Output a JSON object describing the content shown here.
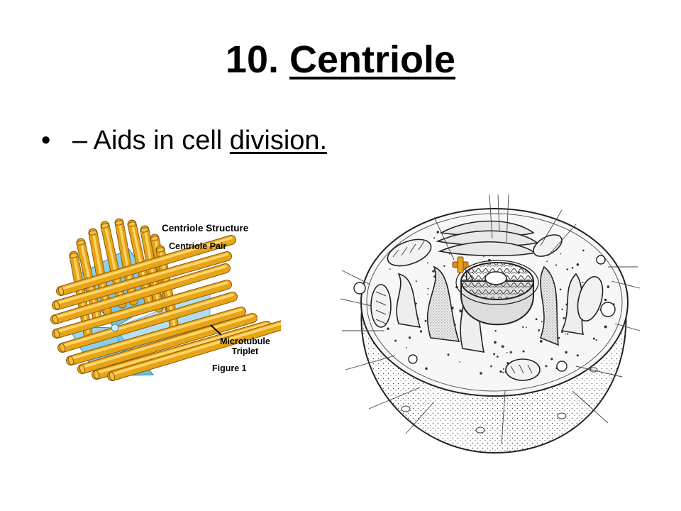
{
  "slide": {
    "title_number": "10.",
    "title_term": "Centriole",
    "bullet_marker": "•",
    "bullet_prefix": "– Aids in cell ",
    "bullet_underlined": "division."
  },
  "centriole_figure": {
    "heading": "Centriole Structure",
    "pair_label": "Centriole Pair",
    "triplet_label_line1": "Microtubule",
    "triplet_label_line2": "Triplet",
    "figure_caption": "Figure 1"
  },
  "colors": {
    "tube": "#e8a417",
    "tube_dark": "#a96e08",
    "tube_light": "#ffd66b",
    "cone": "#59c2ec",
    "centrosome_marker": "#d98d1f"
  }
}
